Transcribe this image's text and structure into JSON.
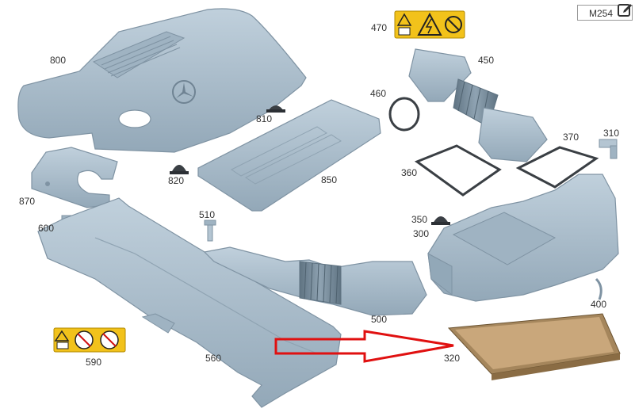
{
  "header": {
    "model_code": "M254"
  },
  "callouts": {
    "c470": "470",
    "c450": "450",
    "c800": "800",
    "c810": "810",
    "c460": "460",
    "c310": "310",
    "c370": "370",
    "c360": "360",
    "c820": "820",
    "c850": "850",
    "c870": "870",
    "c510": "510",
    "c600": "600",
    "c350": "350",
    "c300": "300",
    "c400": "400",
    "c500": "500",
    "c590": "590",
    "c560": "560",
    "c320": "320"
  },
  "colors": {
    "part_fill": "#a9bccb",
    "part_stroke": "#7f93a3",
    "part_shade": "#92a8b8",
    "warning_bg": "#f2c21b",
    "filter_frame": "#a5865c",
    "filter_media": "#c9a77b",
    "arrow_red": "#e01010"
  },
  "icons": [
    "edit-icon",
    "warning-triangle-icon",
    "high-voltage-icon",
    "no-touch-icon",
    "read-manual-icon"
  ]
}
